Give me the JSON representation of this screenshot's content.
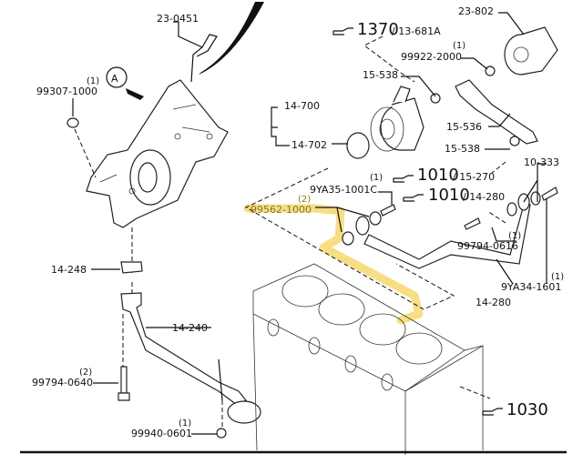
{
  "diagram": {
    "callout_marker": "A",
    "highlight_color": "#f6d35a",
    "labels": {
      "p23_0451": "23-0451",
      "p99307_1000": "99307-1000",
      "p99307_1000_qty": "(1)",
      "p23_802": "23-802",
      "ref1370_num": "1370",
      "ref1370_sub": "/ 13-681A",
      "p99922_2000": "99922-2000",
      "p99922_2000_qty": "(1)",
      "p15_538_a": "15-538",
      "p14_700": "14-700",
      "p14_702": "14-702",
      "p15_536": "15-536",
      "p15_538_b": "15-538",
      "ref1010a_num": "1010",
      "ref1010a_sub": "/ 15-270",
      "p10_333": "10-333",
      "ref1010b_num": "1010",
      "ref1010b_sub": "/ 14-280",
      "p9YA35_1001C": "9YA35-1001C",
      "p9YA35_1001C_qty": "(1)",
      "p99562_1000": "99562-1000",
      "p99562_1000_qty": "(2)",
      "p99794_0616": "99794-0616",
      "p99794_0616_qty": "(1)",
      "p9YA34_1601": "9YA34-1601",
      "p9YA34_1601_qty": "(1)",
      "p14_280": "14-280",
      "p14_248": "14-248",
      "p14_240": "14-240",
      "p99794_0640": "99794-0640",
      "p99794_0640_qty": "(2)",
      "p99940_0601": "99940-0601",
      "p99940_0601_qty": "(1)",
      "ref1030_num": "1030"
    },
    "icons": [
      "pointing-hand-icon",
      "arrow-icon"
    ]
  }
}
